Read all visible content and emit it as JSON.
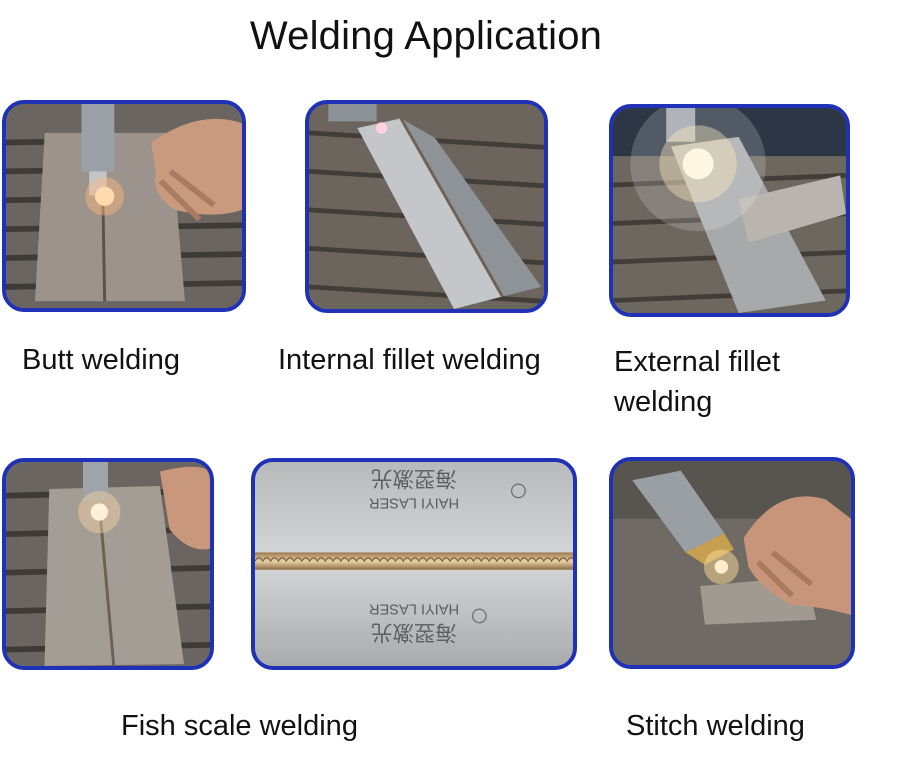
{
  "title": "Welding Application",
  "captions": {
    "butt": "Butt welding",
    "internal_fillet": "Internal fillet welding",
    "external_fillet_line1": "External fillet",
    "external_fillet_line2": "welding",
    "fish_scale": "Fish scale welding",
    "stitch": "Stitch welding"
  },
  "plate_marks": {
    "brand_cn": "海翌激光",
    "brand_en": "HAIYI LASER"
  },
  "colors": {
    "frame_border": "#1f31b7",
    "background": "#ffffff"
  }
}
